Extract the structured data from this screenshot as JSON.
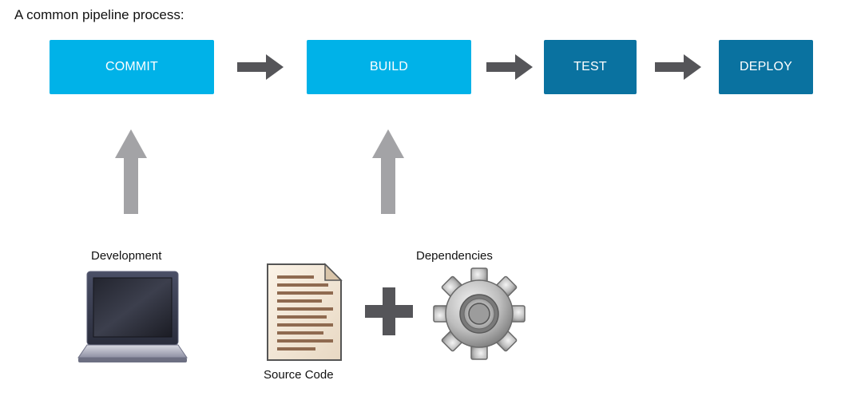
{
  "heading": "A common pipeline process:",
  "stages": [
    {
      "label": "COMMIT",
      "color": "#00b2e8"
    },
    {
      "label": "BUILD",
      "color": "#00b2e8"
    },
    {
      "label": "TEST",
      "color": "#0a72a0"
    },
    {
      "label": "DEPLOY",
      "color": "#0a72a0"
    }
  ],
  "inputs": {
    "development": "Development",
    "dependencies": "Dependencies",
    "source_code": "Source Code"
  },
  "colors": {
    "arrow_dark": "#555559",
    "arrow_light": "#a3a3a6"
  },
  "icons": [
    "laptop-icon",
    "document-icon",
    "plus-icon",
    "gear-icon"
  ]
}
